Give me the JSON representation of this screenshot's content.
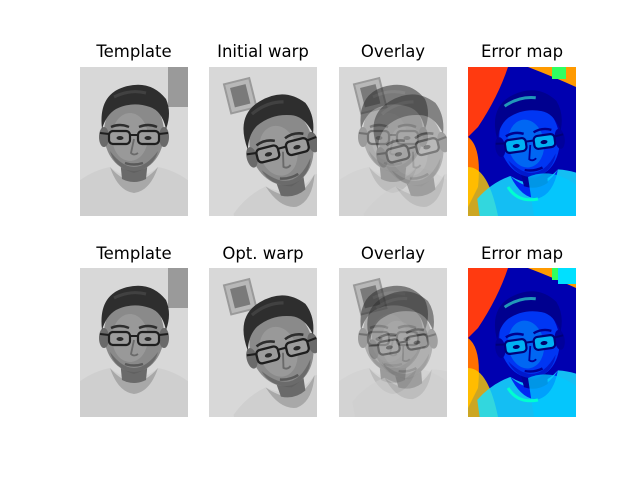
{
  "figure": {
    "rows": [
      {
        "panels": [
          {
            "title": "Template",
            "kind": "template"
          },
          {
            "title": "Initial warp",
            "kind": "warp-initial"
          },
          {
            "title": "Overlay",
            "kind": "overlay-initial"
          },
          {
            "title": "Error map",
            "kind": "error-initial"
          }
        ]
      },
      {
        "panels": [
          {
            "title": "Template",
            "kind": "template"
          },
          {
            "title": "Opt. warp",
            "kind": "warp-opt"
          },
          {
            "title": "Overlay",
            "kind": "overlay-opt"
          },
          {
            "title": "Error map",
            "kind": "error-opt"
          }
        ]
      }
    ],
    "colors": {
      "background": "#ffffff",
      "error_low": "#00008b",
      "error_mid": "#00bfff",
      "error_high": "#ff2000"
    }
  }
}
